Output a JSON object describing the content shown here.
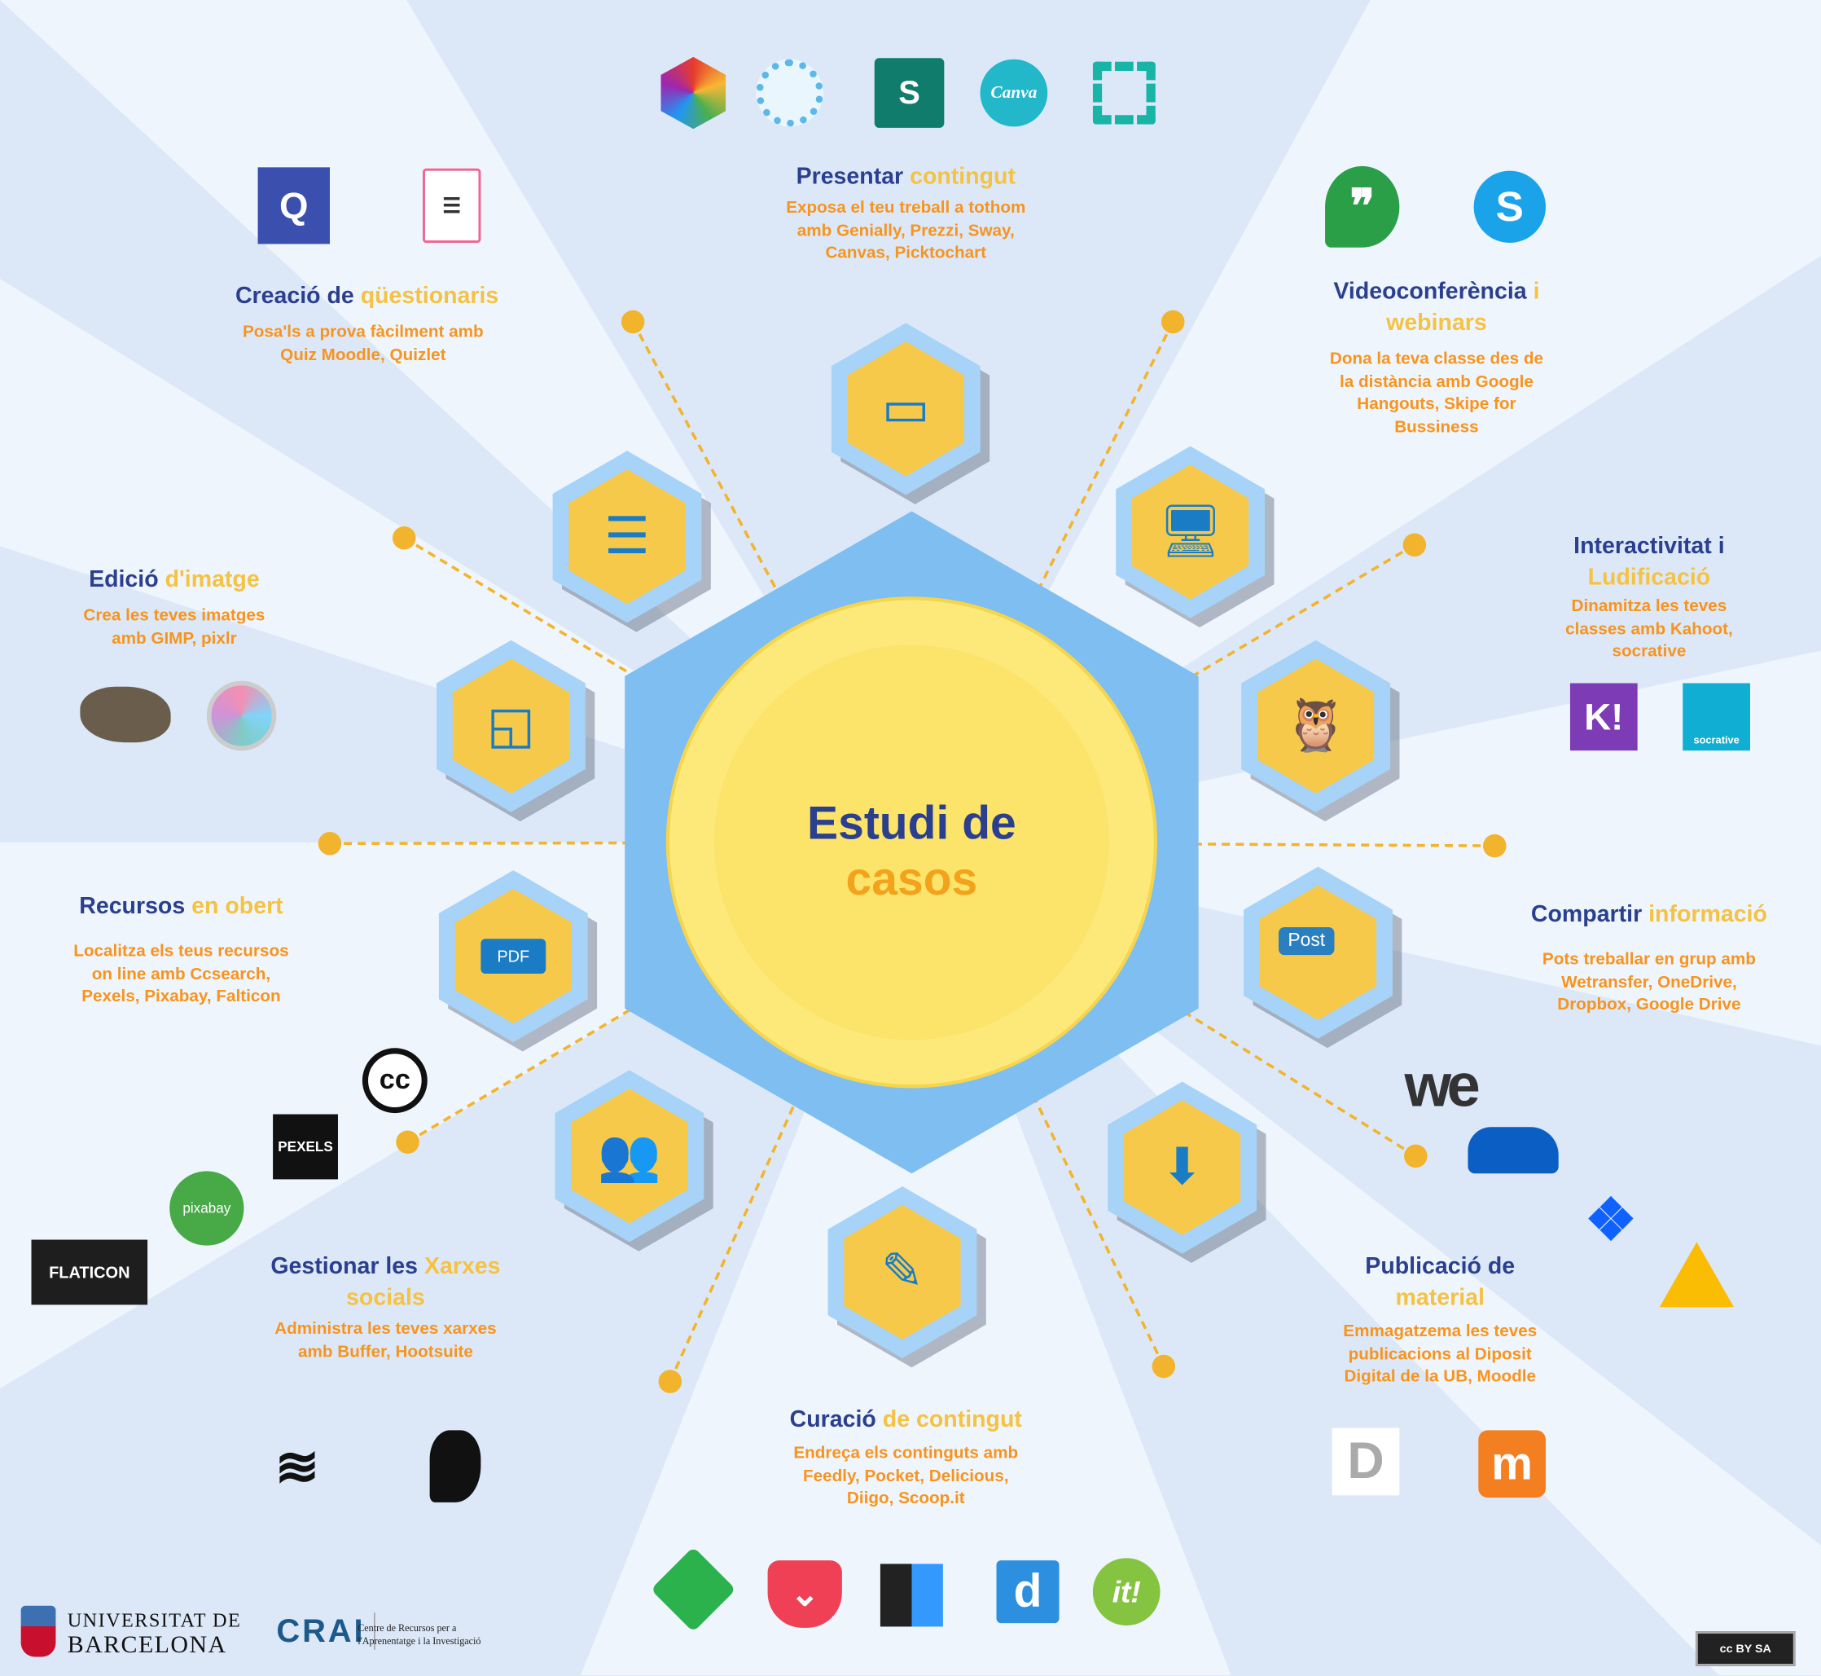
{
  "center": {
    "line1": "Estudi de",
    "line2": "casos"
  },
  "colors": {
    "title_blue": "#2b3f8f",
    "title_yellow": "#f5c242",
    "desc_orange": "#f7941d",
    "hex_blue": "#7fbef0",
    "hex_light": "#a6d3f7",
    "hex_yellow": "#f6c94a",
    "circle": "#fde97a",
    "dot": "#f2b42c"
  },
  "sections": {
    "presentar": {
      "t1": "Presentar",
      "t2": "contingut",
      "desc": "Exposa el teu treball a tothom amb Genially, Prezzi, Sway, Canvas,  Picktochart"
    },
    "questionaris": {
      "t1": "Creació de",
      "t2": "qüestionaris",
      "desc": "Posa'ls a prova fàcilment amb Quiz Moodle, Quizlet"
    },
    "videoconferencia": {
      "t1": "Videoconferència",
      "t1b": "i",
      "t2": "webinars",
      "desc": "Dona la teva classe des de la distància amb Google Hangouts, Skipe for Bussiness"
    },
    "imatge": {
      "t1": "Edició",
      "t2": "d'imatge",
      "desc": "Crea les teves imatges amb GIMP, pixlr"
    },
    "interactivitat": {
      "t1": "Interactivitat i",
      "t2": "Ludificació",
      "desc": "Dinamitza les teves classes amb Kahoot, socrative"
    },
    "recursos": {
      "t1": "Recursos",
      "t2": "en obert",
      "desc": "Localitza els teus recursos on line amb Ccsearch, Pexels, Pixabay, Falticon"
    },
    "compartir": {
      "t1": "Compartir",
      "t2": "informació",
      "desc": "Pots treballar en grup amb Wetransfer, OneDrive, Dropbox, Google Drive"
    },
    "xarxes": {
      "t1": "Gestionar les",
      "t2": "Xarxes",
      "t3": "socials",
      "desc": "Administra les teves xarxes amb Buffer, Hootsuite"
    },
    "publicacio": {
      "t1": "Publicació de",
      "t2": "material",
      "desc": "Emmagatzema les teves publicacions al Diposit Digital de la UB, Moodle"
    },
    "curacio": {
      "t1": "Curació",
      "t2": "de contingut",
      "desc": "Endreça els continguts amb Feedly, Pocket, Delicious, Diigo, Scoop.it"
    }
  },
  "logos": {
    "quiz": "Q",
    "sway": "S",
    "canva": "Canva",
    "skype": "S",
    "hangouts": "❞",
    "kahoot": "K!",
    "socrative": "socrative",
    "pexels": "PEXELS",
    "pixabay": "pixabay",
    "flaticon": "FLATICON",
    "cc": "cc",
    "wetransfer": "we",
    "diigo": "d",
    "scoopit": "it!",
    "dspace": "D",
    "moodle": "m",
    "post": "Post",
    "pdf": "PDF"
  },
  "footer": {
    "ub_line1": "UNIVERSITAT DE",
    "ub_line2": "BARCELONA",
    "crai": "CRAI",
    "crai_desc1": "Centre de Recursos per a",
    "crai_desc2": "l'Aprenentatge i la Investigació",
    "license": "cc BY SA"
  }
}
